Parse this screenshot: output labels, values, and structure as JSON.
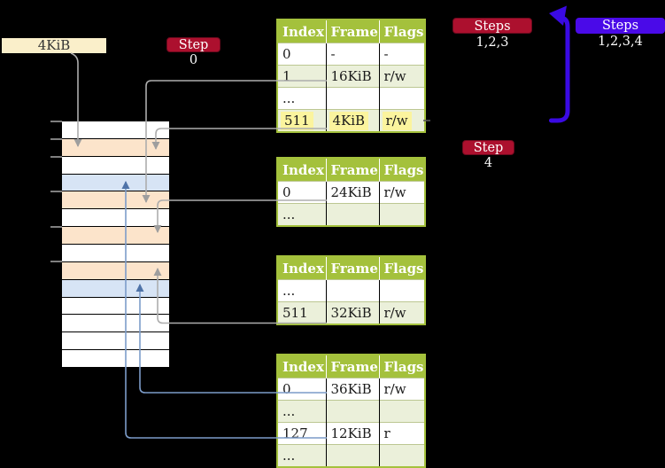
{
  "colors": {
    "background": "#000000",
    "table_header_bg": "#A4C13C",
    "table_row_alt_bg": "#EBF0DA",
    "highlight_bg": "#FBF49E",
    "frame_label_bg": "#FAEFCA",
    "badge_red_bg": "#AC102E",
    "badge_blue_bg": "#4A0AE8",
    "loop_arrow": "#3A0AE3",
    "gray_line": "#ADADAD",
    "gray_head": "#9E9E9E",
    "blue_line": "#7C9CC9",
    "blue_head": "#4F73A8",
    "mem_free": "#FFFFFF",
    "mem_page_table": "#FCE4CB",
    "mem_mapped_page": "#D7E4F5",
    "tick": "#7F7F7F"
  },
  "labels": {
    "frame_size": "4KiB",
    "step0": "Step 0",
    "steps123": "Steps 1,2,3",
    "steps1234": "Steps 1,2,3,4",
    "step4": "Step 4"
  },
  "page_tables": [
    {
      "headers": [
        "Index",
        "Frame",
        "Flags"
      ],
      "rows": [
        {
          "index": "0",
          "frame": "-",
          "flags": "-",
          "shaded": false,
          "highlight": false
        },
        {
          "index": "1",
          "frame": "16KiB",
          "flags": "r/w",
          "shaded": true,
          "highlight": false
        },
        {
          "index": "...",
          "frame": "",
          "flags": "",
          "shaded": false,
          "highlight": false
        },
        {
          "index": "511",
          "frame": "4KiB",
          "flags": "r/w",
          "shaded": true,
          "highlight": true
        }
      ]
    },
    {
      "headers": [
        "Index",
        "Frame",
        "Flags"
      ],
      "rows": [
        {
          "index": "0",
          "frame": "24KiB",
          "flags": "r/w",
          "shaded": false,
          "highlight": false
        },
        {
          "index": "...",
          "frame": "",
          "flags": "",
          "shaded": true,
          "highlight": false
        }
      ]
    },
    {
      "headers": [
        "Index",
        "Frame",
        "Flags"
      ],
      "rows": [
        {
          "index": "...",
          "frame": "",
          "flags": "",
          "shaded": false,
          "highlight": false
        },
        {
          "index": "511",
          "frame": "32KiB",
          "flags": "r/w",
          "shaded": true,
          "highlight": false
        }
      ]
    },
    {
      "headers": [
        "Index",
        "Frame",
        "Flags"
      ],
      "rows": [
        {
          "index": "0",
          "frame": "36KiB",
          "flags": "r/w",
          "shaded": false,
          "highlight": false
        },
        {
          "index": "...",
          "frame": "",
          "flags": "",
          "shaded": true,
          "highlight": false
        },
        {
          "index": "127",
          "frame": "12KiB",
          "flags": "r",
          "shaded": false,
          "highlight": false
        },
        {
          "index": "...",
          "frame": "",
          "flags": "",
          "shaded": true,
          "highlight": false
        }
      ]
    }
  ],
  "memory_rows": [
    {
      "type": "free"
    },
    {
      "type": "page-table"
    },
    {
      "type": "free"
    },
    {
      "type": "mapped-page"
    },
    {
      "type": "page-table"
    },
    {
      "type": "free"
    },
    {
      "type": "page-table"
    },
    {
      "type": "free"
    },
    {
      "type": "page-table"
    },
    {
      "type": "mapped-page"
    },
    {
      "type": "free"
    },
    {
      "type": "free"
    },
    {
      "type": "free"
    },
    {
      "type": "free"
    }
  ]
}
